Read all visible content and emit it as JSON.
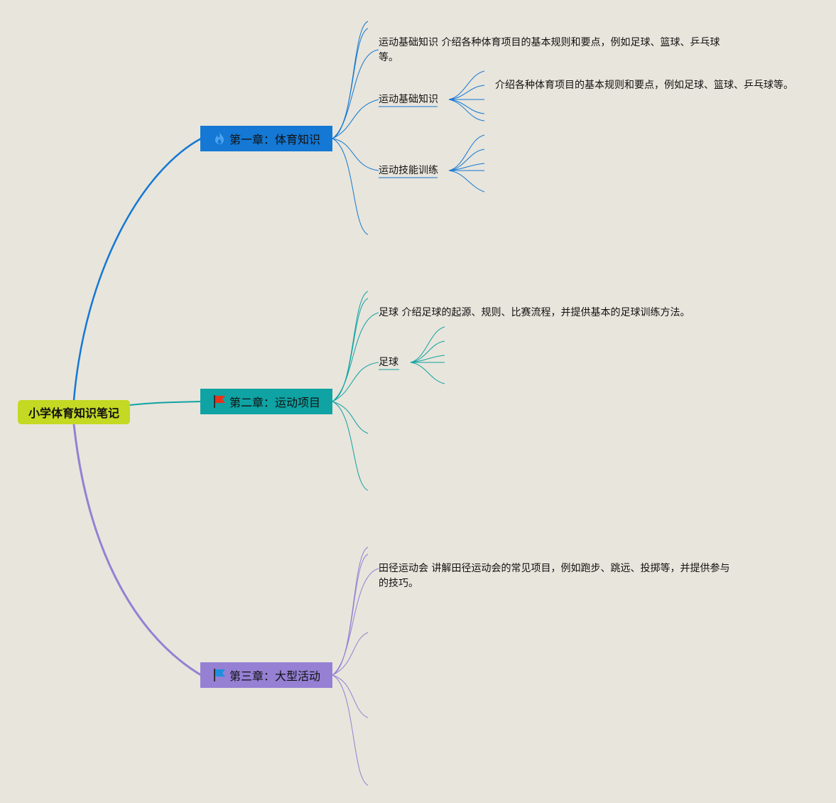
{
  "root": {
    "label": "小学体育知识笔记",
    "color": "#c3d923"
  },
  "chapters": [
    {
      "label": "第一章：体育知识",
      "icon": "fire-icon",
      "color": "#1478d4",
      "notes": {
        "basic_intro": "运动基础知识 介绍各种体育项目的基本规则和要点，例如足球、篮球、乒乓球等。",
        "basic_title": "运动基础知识",
        "basic_detail": "介绍各种体育项目的基本规则和要点，例如足球、篮球、乒乓球等。",
        "skill_title": "运动技能训练"
      }
    },
    {
      "label": "第二章：运动项目",
      "icon": "red-flag-icon",
      "color": "#0fa3a3",
      "notes": {
        "football_intro": "足球 介绍足球的起源、规则、比赛流程，并提供基本的足球训练方法。",
        "football_title": "足球"
      }
    },
    {
      "label": "第三章：大型活动",
      "icon": "blue-flag-icon",
      "color": "#9580d4",
      "notes": {
        "track_intro": "田径运动会 讲解田径运动会的常见项目，例如跑步、跳远、投掷等，并提供参与的技巧。"
      }
    }
  ]
}
